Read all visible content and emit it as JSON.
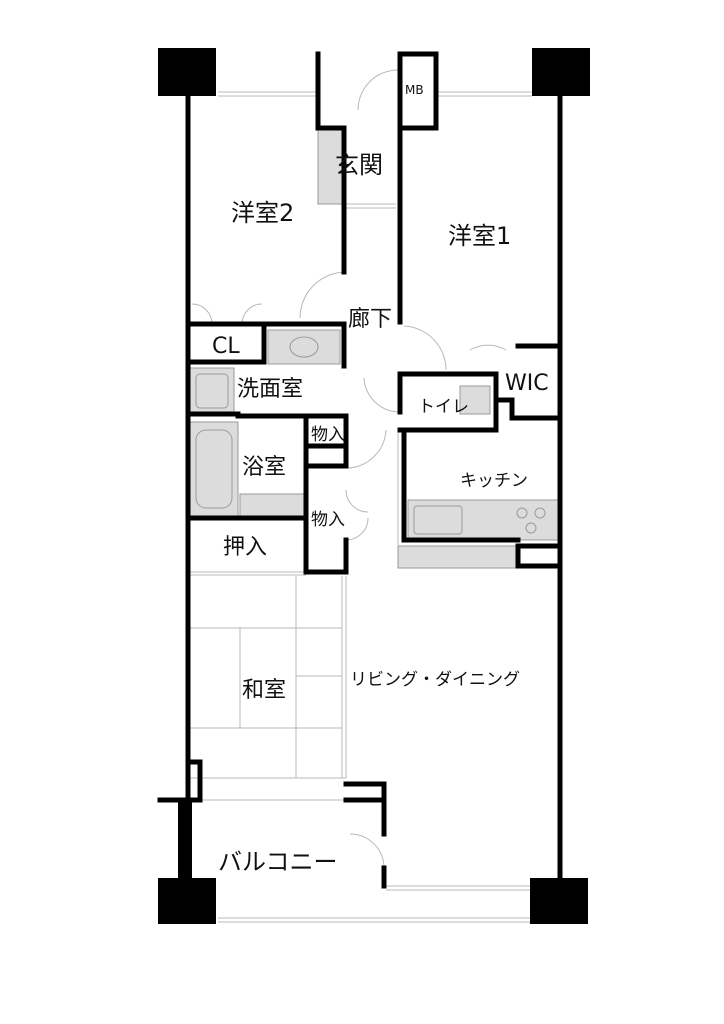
{
  "colors": {
    "wall": "#000000",
    "fixture_fill": "#dcdcdc",
    "fixture_stroke": "#9a9a9a",
    "thin_line": "#b8b8b8",
    "background": "#ffffff"
  },
  "rooms": {
    "western_room_2": "洋室2",
    "western_room_1": "洋室1",
    "entrance": "玄関",
    "meter_box": "MB",
    "hallway": "廊下",
    "closet": "CL",
    "washroom": "洗面室",
    "toilet": "トイレ",
    "walk_in_closet": "WIC",
    "storage_upper": "物入",
    "storage_lower": "物入",
    "bathroom": "浴室",
    "kitchen": "キッチン",
    "oshiire": "押入",
    "japanese_room": "和室",
    "living_dining": "リビング・ダイニング",
    "balcony": "バルコニー"
  }
}
